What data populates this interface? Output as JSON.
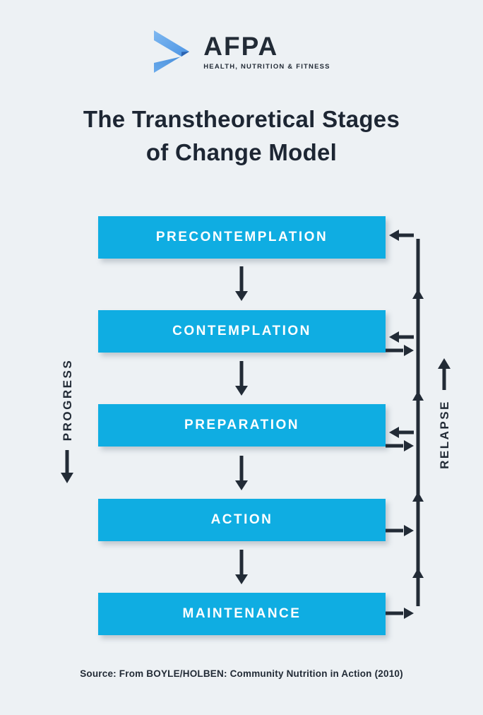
{
  "colors": {
    "background": "#edf1f4",
    "stage_box": "#0fade2",
    "ink": "#222b36",
    "stage_text": "#ffffff",
    "logo_blue_top": "#5b9fe8",
    "logo_blue_bottom": "#4288d8",
    "logo_blue_fold": "#2c63b0"
  },
  "logo": {
    "brand": "AFPA",
    "tagline": "HEALTH, NUTRITION & FITNESS",
    "icon": "chevron-right-ribbon"
  },
  "title": {
    "line1": "The Transtheoretical Stages",
    "line2": "of Change Model"
  },
  "diagram": {
    "stages": [
      {
        "label": "PRECONTEMPLATION"
      },
      {
        "label": "CONTEMPLATION"
      },
      {
        "label": "PREPARATION"
      },
      {
        "label": "ACTION"
      },
      {
        "label": "MAINTENANCE"
      }
    ],
    "progress_label": "PROGRESS",
    "relapse_label": "RELAPSE"
  },
  "source": "Source: From BOYLE/HOLBEN: Community Nutrition in Action (2010)"
}
